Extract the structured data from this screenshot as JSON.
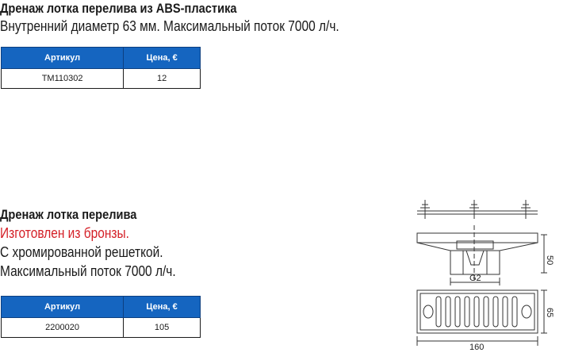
{
  "products": [
    {
      "title": "Дренаж лотка перелива из ABS-пластика",
      "lines": [
        {
          "text": "Внутренний диаметр 63 мм. Максимальный поток 7000 л/ч.",
          "color": "#1a1a1a"
        }
      ],
      "table": {
        "headers": [
          "Артикул",
          "Цена, €"
        ],
        "rows": [
          [
            "TM110302",
            "12"
          ]
        ]
      }
    },
    {
      "title": "Дренаж лотка перелива",
      "lines": [
        {
          "text": "Изготовлен из бронзы.",
          "color": "#d42027"
        },
        {
          "text": "С хромированной решеткой.",
          "color": "#1a1a1a"
        },
        {
          "text": "Максимальный поток 7000 л/ч.",
          "color": "#1a1a1a"
        }
      ],
      "table": {
        "headers": [
          "Артикул",
          "Цена, €"
        ],
        "rows": [
          [
            "2200020",
            "105"
          ]
        ]
      }
    }
  ],
  "drawing": {
    "dim_height": "50",
    "dim_thread": "G2",
    "dim_depth": "65",
    "dim_width": "160"
  },
  "colors": {
    "header_bg": "#1565c0",
    "header_text": "#ffffff",
    "accent_red": "#d42027"
  }
}
